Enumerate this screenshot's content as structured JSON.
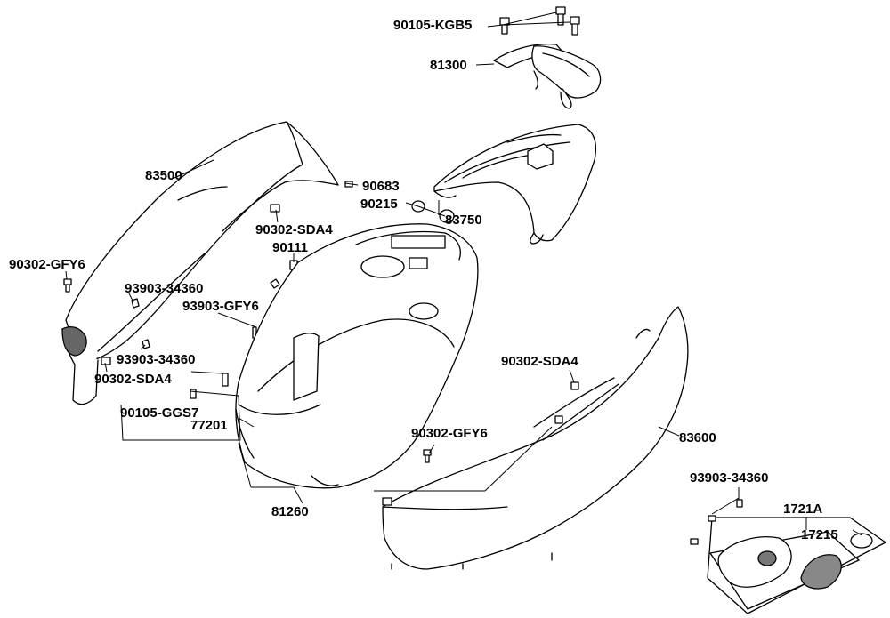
{
  "diagram": {
    "type": "exploded-parts-diagram",
    "labels": {
      "p90105_kgb5": "90105-KGB5",
      "p81300": "81300",
      "p83500": "83500",
      "p90683": "90683",
      "p90215": "90215",
      "p83750": "83750",
      "p90302_sda4_top": "90302-SDA4",
      "p90111": "90111",
      "p90302_gfy6_left": "90302-GFY6",
      "p93903_34360_a": "93903-34360",
      "p93903_gfy6": "93903-GFY6",
      "p93903_34360_b": "93903-34360",
      "p90302_sda4_left": "90302-SDA4",
      "p90105_ggs7": "90105-GGS7",
      "p77201": "77201",
      "p90302_sda4_right": "90302-SDA4",
      "p90302_gfy6_mid": "90302-GFY6",
      "p83600": "83600",
      "p81260": "81260",
      "p93903_34360_c": "93903-34360",
      "p1721a": "1721A",
      "p17215": "17215"
    }
  }
}
